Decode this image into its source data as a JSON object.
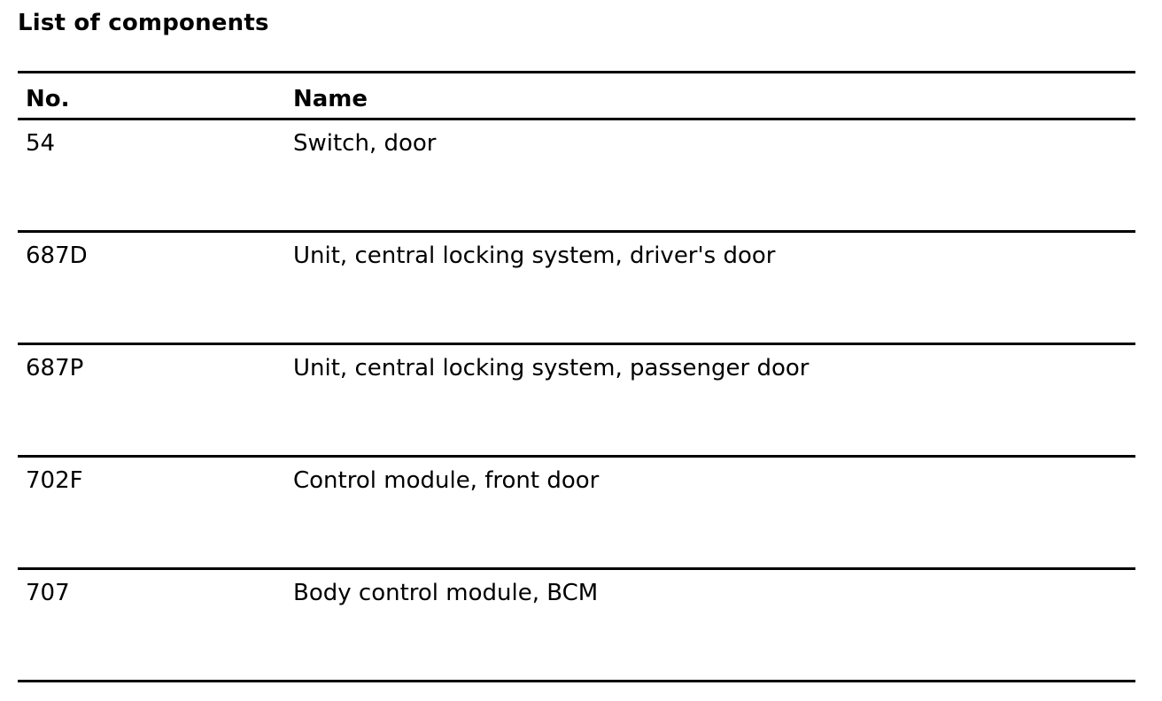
{
  "title": "List of components",
  "table": {
    "headers": {
      "no": "No.",
      "name": "Name"
    },
    "rows": [
      {
        "no": "54",
        "name": "Switch, door"
      },
      {
        "no": "687D",
        "name": "Unit, central locking system, driver's door"
      },
      {
        "no": "687P",
        "name": "Unit, central locking system, passenger door"
      },
      {
        "no": "702F",
        "name": "Control module, front door"
      },
      {
        "no": "707",
        "name": "Body control module, BCM"
      }
    ]
  }
}
